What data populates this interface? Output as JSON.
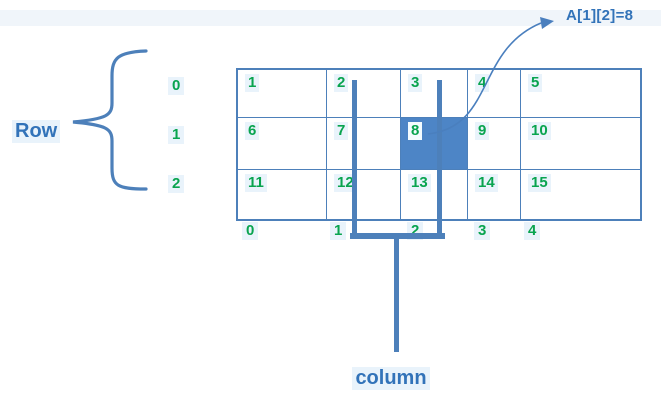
{
  "annotation": {
    "label": "A[1][2]=8"
  },
  "labels": {
    "row": "Row",
    "column": "column"
  },
  "grid": {
    "rows": [
      [
        "1",
        "2",
        "3",
        "4",
        "5"
      ],
      [
        "6",
        "7",
        "8",
        "9",
        "10"
      ],
      [
        "11",
        "12",
        "13",
        "14",
        "15"
      ]
    ],
    "row_indices": [
      "0",
      "1",
      "2"
    ],
    "col_indices": [
      "0",
      "1",
      "2",
      "3",
      "4"
    ],
    "highlight": {
      "row": 1,
      "col": 2,
      "value": "8"
    }
  },
  "colors": {
    "line-blue": "#4d80ba",
    "text-blue": "#3273b9",
    "green": "#09a44f",
    "highlight-fill": "#4d85c6",
    "pale-bg": "#e9f3fb",
    "band": "#f0f5fa"
  }
}
